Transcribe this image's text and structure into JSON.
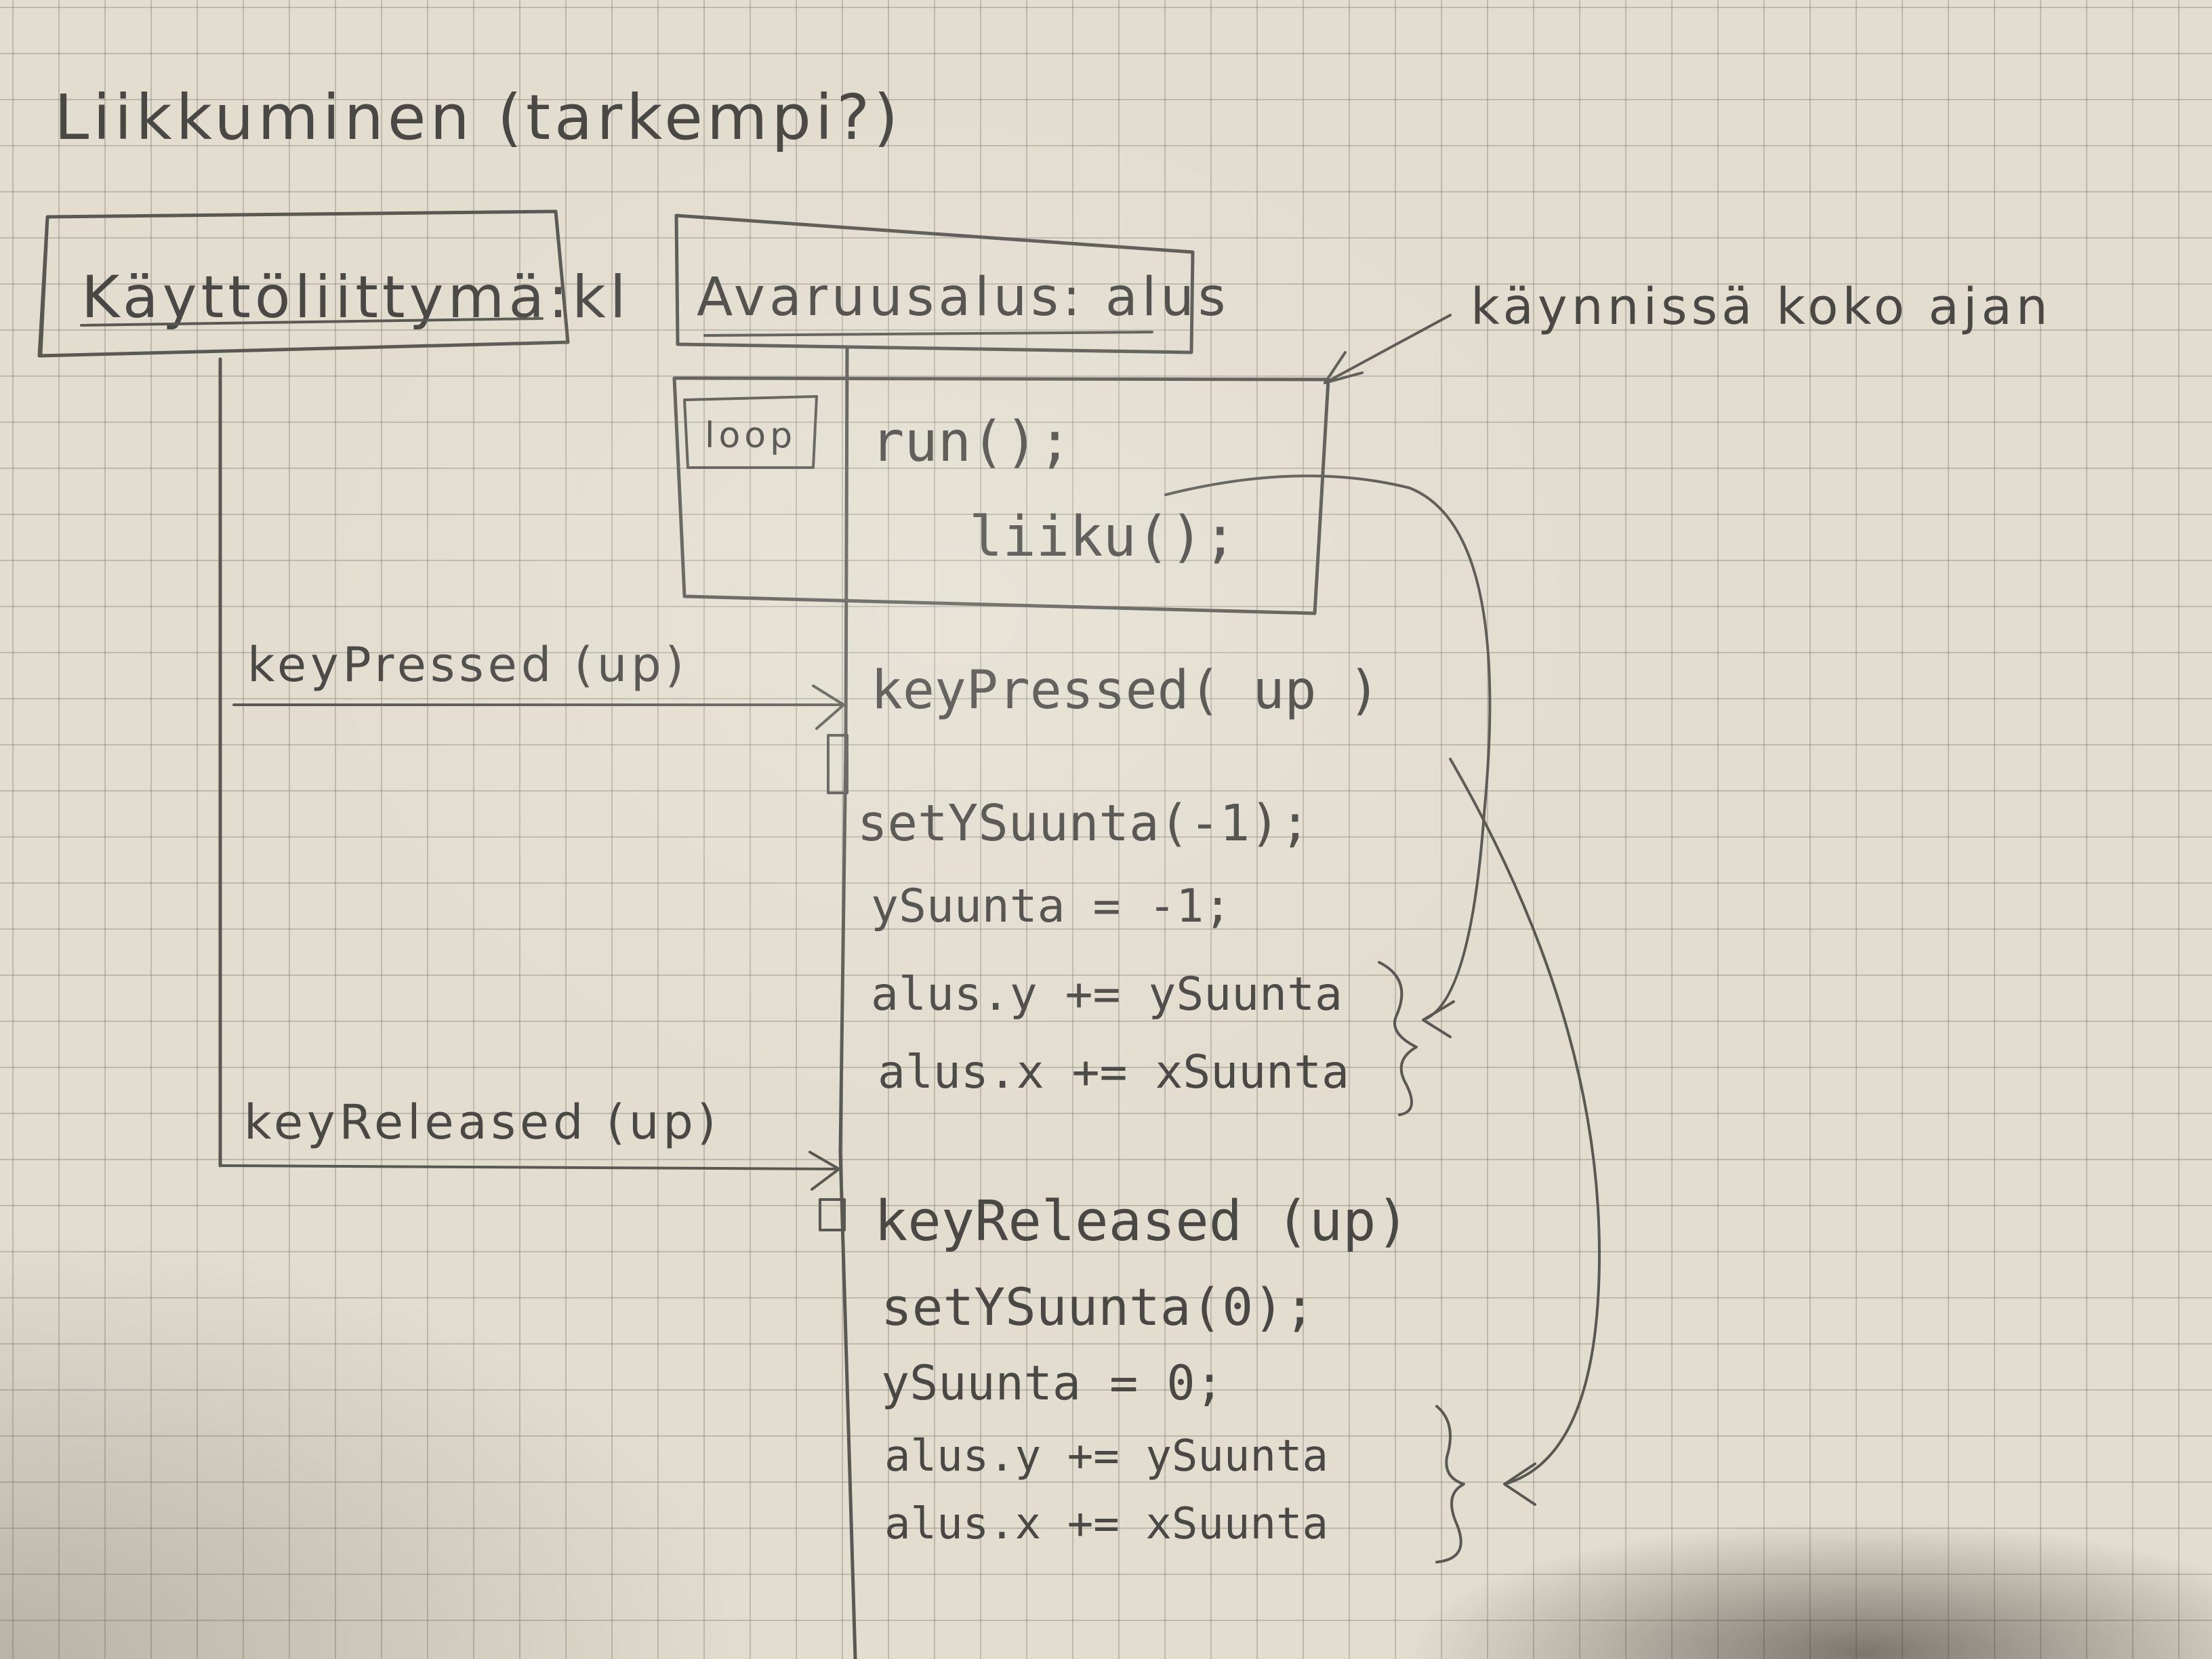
{
  "title": "Liikkuminen (tarkempi?)",
  "lifelines": [
    {
      "label": "Käyttöliittymä:kl"
    },
    {
      "label": "Avaruusalus: alus"
    }
  ],
  "loop": {
    "tag": "loop",
    "lines": [
      "run();",
      "liiku();"
    ]
  },
  "annotation": "käynnissä koko ajan",
  "messages": [
    {
      "label": "keyPressed (up)"
    },
    {
      "label": "keyReleased (up)"
    }
  ],
  "pressed_block": {
    "header": "keyPressed( up )",
    "lines": [
      "setYSuunta(-1);",
      "ySuunta = -1;",
      "alus.y += ySuunta",
      "alus.x += xSuunta"
    ]
  },
  "released_block": {
    "header": "keyReleased (up)",
    "lines": [
      "setYSuunta(0);",
      "ySuunta = 0;",
      "alus.y += ySuunta",
      "alus.x += xSuunta"
    ]
  }
}
